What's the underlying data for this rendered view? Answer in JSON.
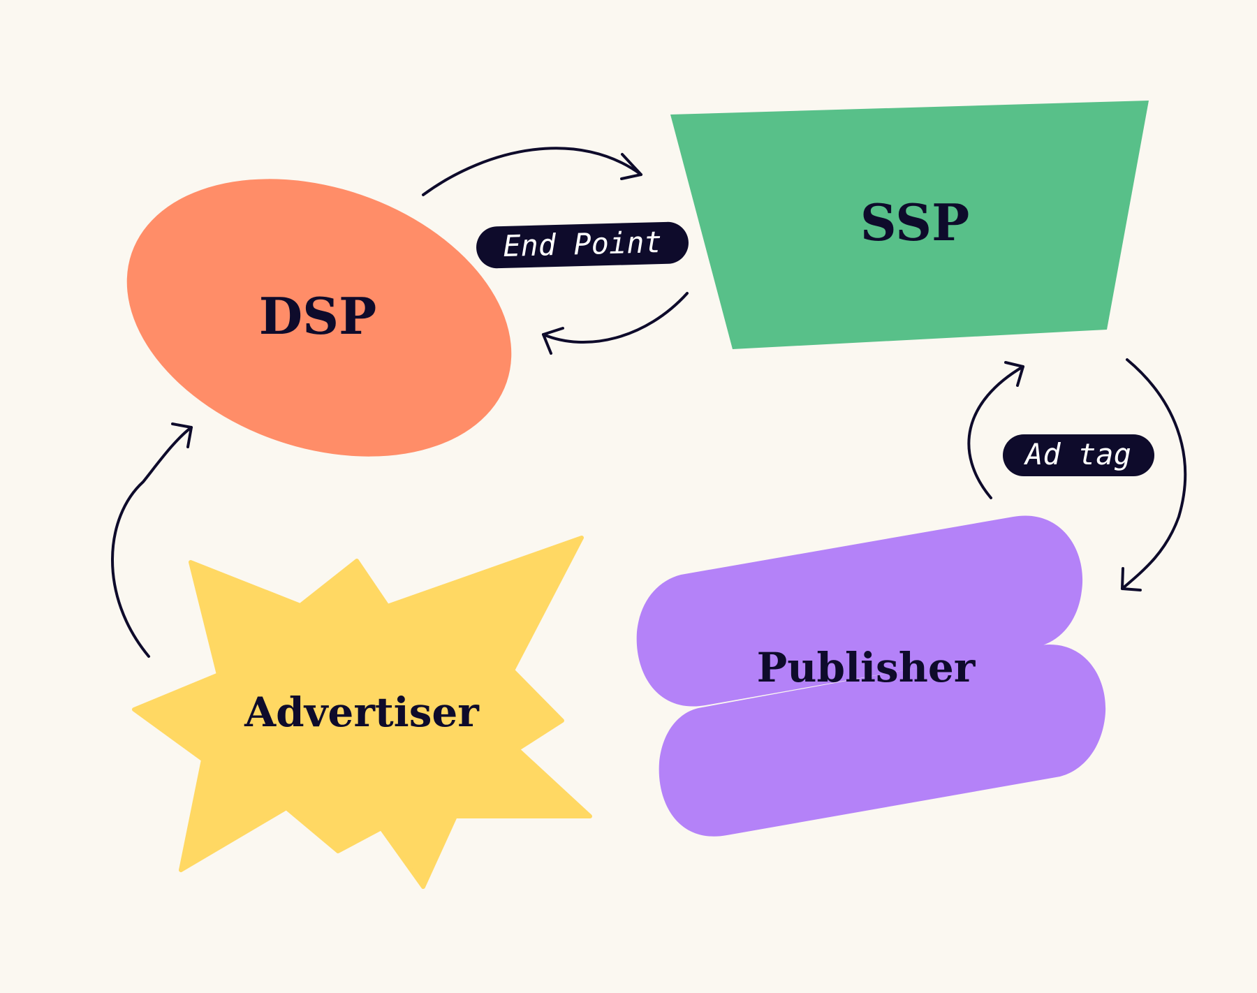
{
  "nodes": {
    "dsp": {
      "label": "DSP",
      "color": "#FF8D68"
    },
    "ssp": {
      "label": "SSP",
      "color": "#58C089"
    },
    "advertiser": {
      "label": "Advertiser",
      "color": "#FFD863"
    },
    "publisher": {
      "label": "Publisher",
      "color": "#B482F8"
    }
  },
  "tags": {
    "end_point": "End Point",
    "ad_tag": "Ad tag"
  },
  "colors": {
    "background": "#FBF8F1",
    "ink": "#0E0B2B"
  }
}
